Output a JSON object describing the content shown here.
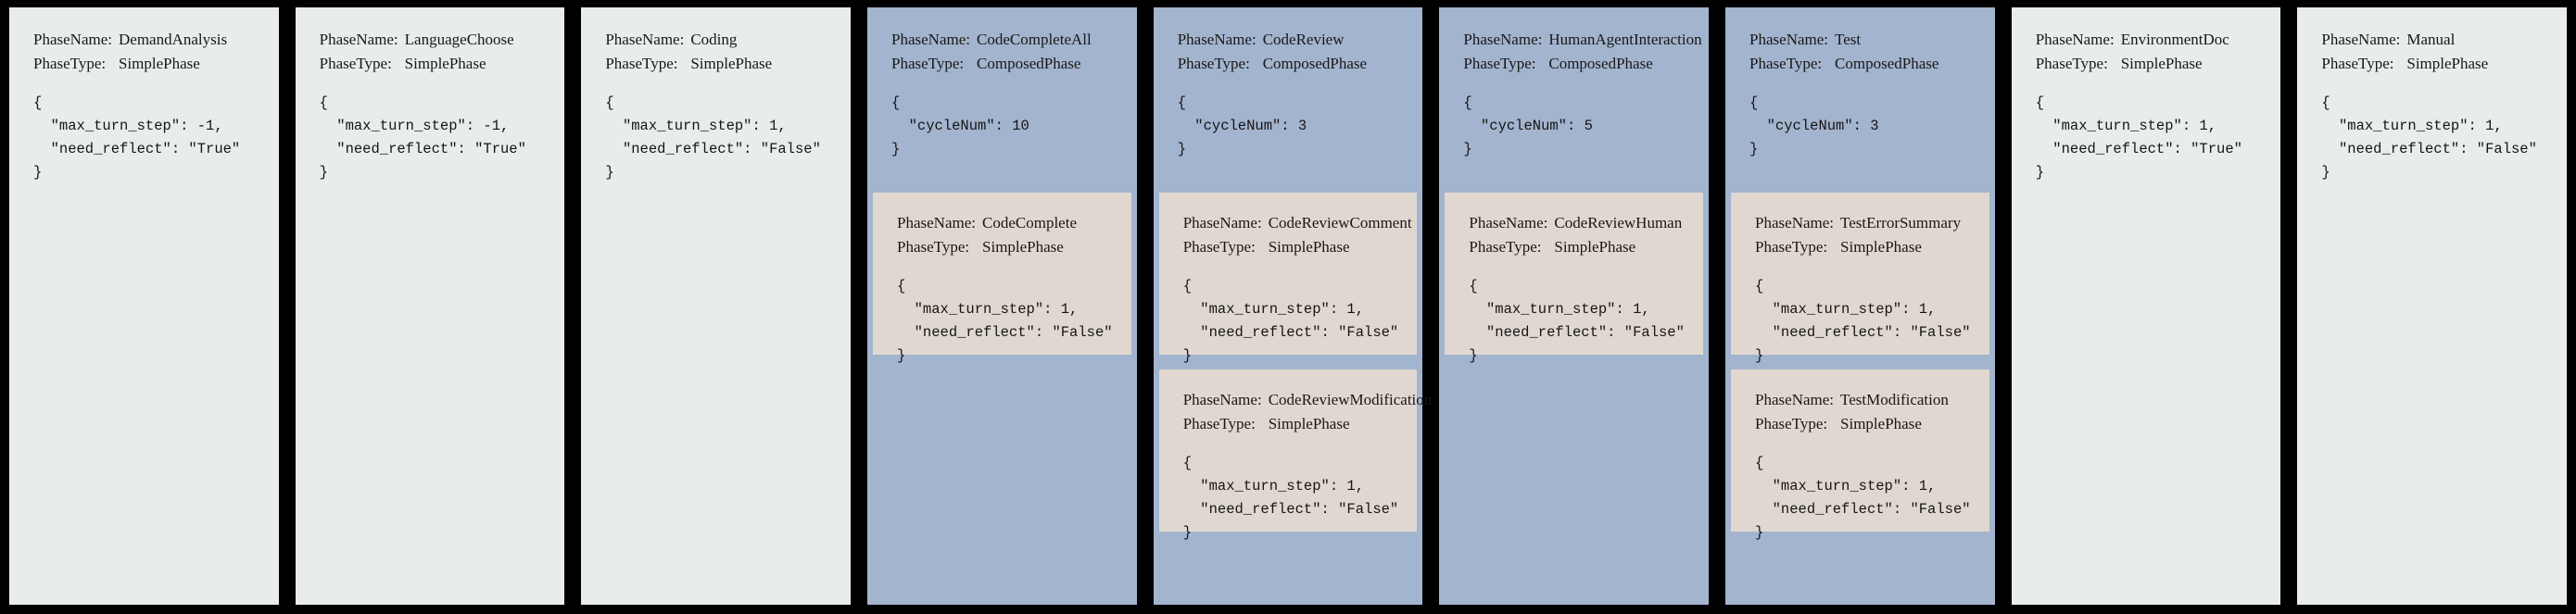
{
  "labels": {
    "phase_name_key": "PhaseName:",
    "phase_type_key": "PhaseType:"
  },
  "colors": {
    "background": "#000000",
    "simple_phase_bg": "#e9ecec",
    "composed_phase_bg": "#a3b4ce",
    "subphase_bg": "#e0d8d0",
    "text": "#181818"
  },
  "columns": [
    {
      "kind": "simple",
      "phase_name": "DemandAnalysis",
      "phase_type": "SimplePhase",
      "config": "{\n  \"max_turn_step\": -1,\n  \"need_reflect\": \"True\"\n}",
      "subphases": []
    },
    {
      "kind": "simple",
      "phase_name": "LanguageChoose",
      "phase_type": "SimplePhase",
      "config": "{\n  \"max_turn_step\": -1,\n  \"need_reflect\": \"True\"\n}",
      "subphases": []
    },
    {
      "kind": "simple",
      "phase_name": "Coding",
      "phase_type": "SimplePhase",
      "config": "{\n  \"max_turn_step\": 1,\n  \"need_reflect\": \"False\"\n}",
      "subphases": []
    },
    {
      "kind": "composed",
      "phase_name": "CodeCompleteAll",
      "phase_type": "ComposedPhase",
      "config": "{\n  \"cycleNum\": 10\n}",
      "subphases": [
        {
          "phase_name": "CodeComplete",
          "phase_type": "SimplePhase",
          "config": "{\n  \"max_turn_step\": 1,\n  \"need_reflect\": \"False\"\n}"
        }
      ]
    },
    {
      "kind": "composed",
      "phase_name": "CodeReview",
      "phase_type": "ComposedPhase",
      "config": "{\n  \"cycleNum\": 3\n}",
      "subphases": [
        {
          "phase_name": "CodeReviewComment",
          "phase_type": "SimplePhase",
          "config": "{\n  \"max_turn_step\": 1,\n  \"need_reflect\": \"False\"\n}"
        },
        {
          "phase_name": "CodeReviewModification",
          "phase_type": "SimplePhase",
          "config": "{\n  \"max_turn_step\": 1,\n  \"need_reflect\": \"False\"\n}"
        }
      ]
    },
    {
      "kind": "composed",
      "phase_name": "HumanAgentInteraction",
      "phase_type": "ComposedPhase",
      "config": "{\n  \"cycleNum\": 5\n}",
      "subphases": [
        {
          "phase_name": "CodeReviewHuman",
          "phase_type": "SimplePhase",
          "config": "{\n  \"max_turn_step\": 1,\n  \"need_reflect\": \"False\"\n}"
        }
      ]
    },
    {
      "kind": "composed",
      "phase_name": "Test",
      "phase_type": "ComposedPhase",
      "config": "{\n  \"cycleNum\": 3\n}",
      "subphases": [
        {
          "phase_name": "TestErrorSummary",
          "phase_type": "SimplePhase",
          "config": "{\n  \"max_turn_step\": 1,\n  \"need_reflect\": \"False\"\n}"
        },
        {
          "phase_name": "TestModification",
          "phase_type": "SimplePhase",
          "config": "{\n  \"max_turn_step\": 1,\n  \"need_reflect\": \"False\"\n}"
        }
      ]
    },
    {
      "kind": "simple",
      "phase_name": "EnvironmentDoc",
      "phase_type": "SimplePhase",
      "config": "{\n  \"max_turn_step\": 1,\n  \"need_reflect\": \"True\"\n}",
      "subphases": []
    },
    {
      "kind": "simple",
      "phase_name": "Manual",
      "phase_type": "SimplePhase",
      "config": "{\n  \"max_turn_step\": 1,\n  \"need_reflect\": \"False\"\n}",
      "subphases": []
    }
  ]
}
